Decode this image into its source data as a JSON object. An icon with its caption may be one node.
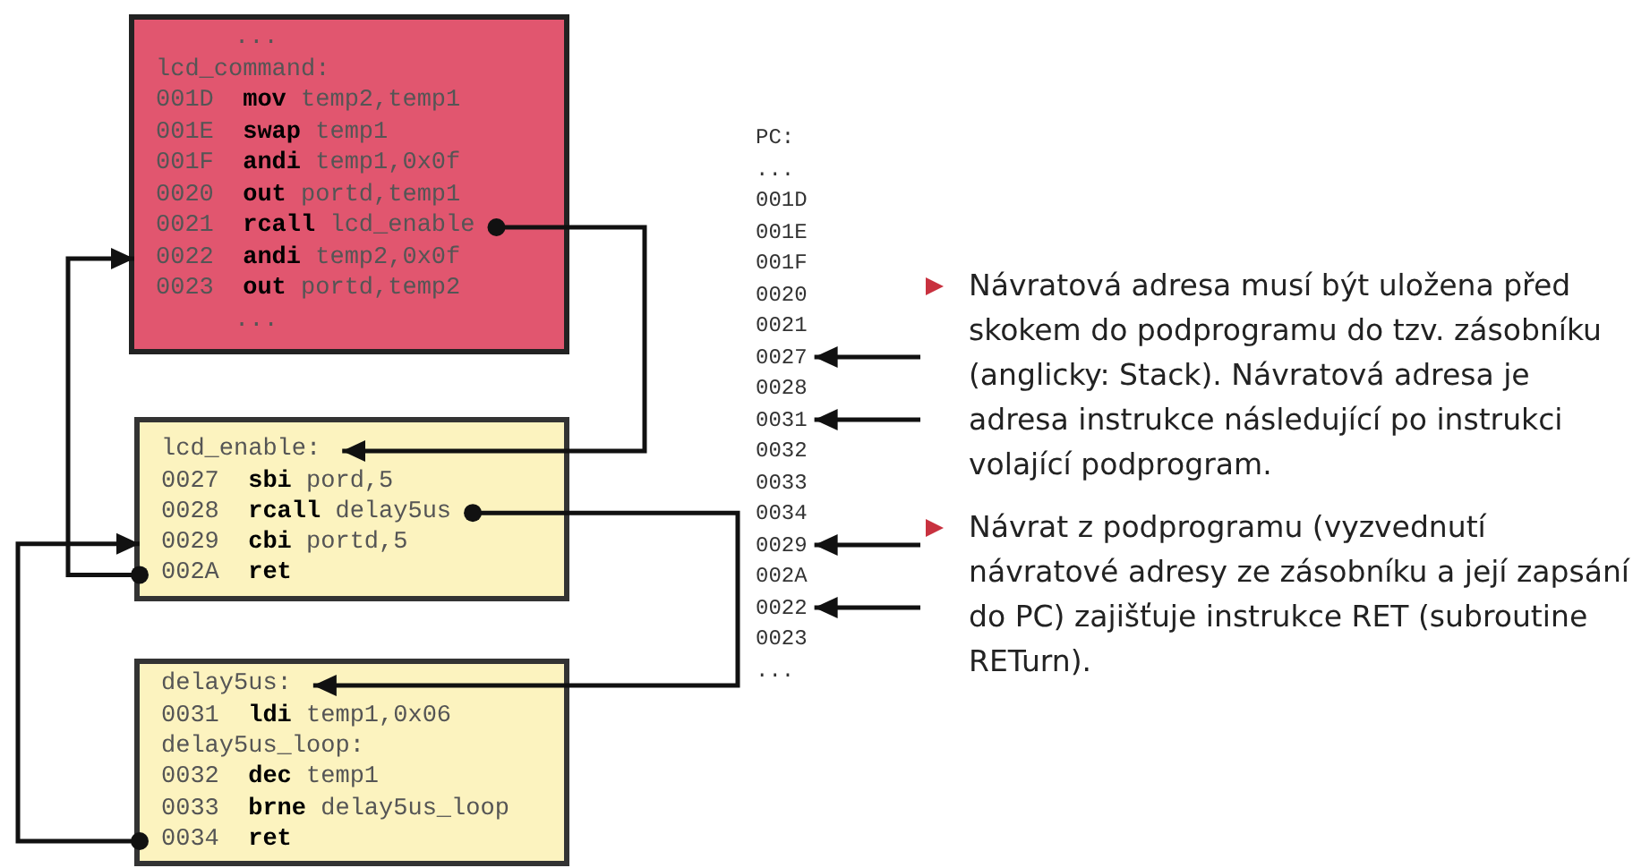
{
  "diagram": {
    "nodes": [
      {
        "text": [],
        "shape": "box"
      },
      {
        "text": [
          "..."
        ],
        "in": 0
      },
      {
        "text": [
          "lcd_command:"
        ],
        "in": 0
      },
      {
        "text": [
          "001D  **mov** temp2,temp1"
        ],
        "in": 0
      },
      {
        "text": [
          "001E  **swap** temp1"
        ],
        "in": 0
      },
      {
        "text": [
          "001F  **andi** temp1,0x0f"
        ],
        "in": 0
      },
      {
        "text": [
          "0020  **out** portd,temp1"
        ],
        "in": 0
      },
      {
        "text": [
          "0021  **rcall** lcd_enable"
        ],
        "in": 0
      },
      {
        "text": [
          "0022  **andi** temp2,0x0f"
        ],
        "in": 0
      },
      {
        "text": [
          "0023  **out** portd,temp2"
        ],
        "in": 0
      },
      {
        "text": [
          "..."
        ],
        "in": 0
      },
      {
        "text": [],
        "shape": "box"
      },
      {
        "text": [
          "lcd_enable:"
        ],
        "in": 11
      },
      {
        "text": [
          "0027  **sbi** pord,5"
        ],
        "in": 11
      },
      {
        "text": [
          "0028  **rcall** delay5us"
        ],
        "in": 11
      },
      {
        "text": [
          "0029  **cbi** portd,5"
        ],
        "in": 11
      },
      {
        "text": [
          "002A  **ret**"
        ],
        "in": 11
      },
      {
        "text": [],
        "shape": "box"
      },
      {
        "text": [
          "delay5us:"
        ],
        "in": 17
      },
      {
        "text": [
          "0031  **ldi** temp1,0x06"
        ],
        "in": 17
      },
      {
        "text": [
          "delay5us_loop:"
        ],
        "in": 17
      },
      {
        "text": [
          "0032  **dec** temp1"
        ],
        "in": 17
      },
      {
        "text": [
          "0033  **brne** delay5us_loop"
        ],
        "in": 17
      },
      {
        "text": [
          "0034  **ret**"
        ],
        "in": 17
      },
      {
        "text": [
          "0027"
        ]
      },
      {
        "text": [
          "0031"
        ]
      },
      {
        "text": [
          "0029"
        ]
      },
      {
        "text": [
          "0022"
        ]
      }
    ],
    "edges": [
      {
        "from": 7,
        "to": 12,
        "arrow": "to"
      },
      {
        "from": 16,
        "to": 8,
        "arrow": "to"
      },
      {
        "from": 14,
        "to": 18,
        "arrow": "to"
      },
      {
        "from": 23,
        "to": 15,
        "arrow": "to"
      },
      {
        "from": null,
        "to": 24,
        "arrow": "to"
      },
      {
        "from": null,
        "to": 25,
        "arrow": "to"
      },
      {
        "from": null,
        "to": 26,
        "arrow": "to"
      },
      {
        "from": null,
        "to": 27,
        "arrow": "to"
      }
    ],
    "labels": [
      "PC:",
      "...",
      "001D",
      "001E",
      "001F",
      "0020",
      "0021",
      "0028",
      "0032",
      "0033",
      "0034",
      "002A",
      "0023",
      "...",
      "Návratová adresa musí být uložena před skokem do podprogramu do tzv. zásobníku (anglicky: Stack). Návratová adresa je adresa instrukce následující po instrukci volající podprogram.",
      "Návrat z podprogramu (vyzvednutí návratové adresy ze zásobníku a její zapsání do PC) zajišťuje instrukce RET (subroutine RETurn)."
    ]
  }
}
